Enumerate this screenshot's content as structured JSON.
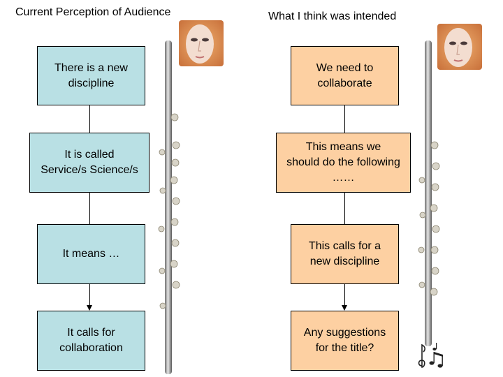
{
  "left": {
    "heading": "Current Perception of Audience",
    "boxes": [
      "There is a new\ndiscipline",
      "It is called\nService/s Science/s",
      "It means …",
      "It calls for\ncollaboration"
    ]
  },
  "right": {
    "heading": "What I think was intended",
    "boxes": [
      "We need to\ncollaborate",
      "This means we\nshould do the following\n……",
      "This calls for a\nnew discipline",
      "Any suggestions\nfor the title?"
    ]
  },
  "icons": [
    "mask-face-icon",
    "flute-icon",
    "music-notes-icon"
  ],
  "colors": {
    "left_box": "#b9e0e4",
    "right_box": "#fdd0a2"
  }
}
